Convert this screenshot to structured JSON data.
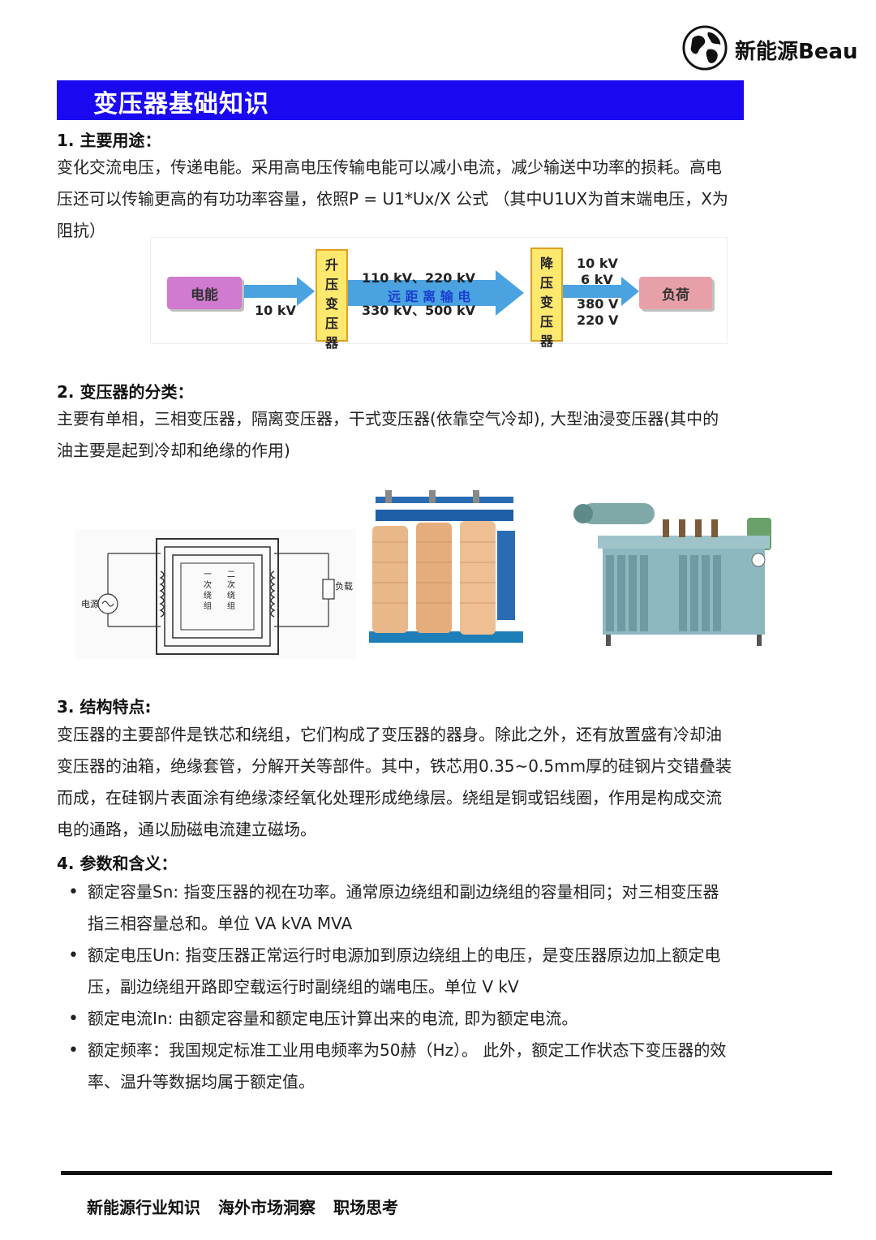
{
  "brand": {
    "name": "新能源Beau",
    "icon": "globe-icon"
  },
  "title": "变压器基础知识",
  "sections": {
    "usage": {
      "heading": "1. 主要用途：",
      "lines": [
        "变化交流电压，传递电能。采用高电压传输电能可以减小电流，减少输送中功率的损耗。高电",
        "压还可以传输更高的有功功率容量，依照P = U1*Ux/X 公式 （其中U1UX为首末端电压，X为",
        "阻抗）"
      ]
    },
    "diagram": {
      "source": "电能",
      "source_voltage": "10 kV",
      "step_up_chars": [
        "升",
        "压",
        "变",
        "压",
        "器"
      ],
      "transmission_top": "110 kV、220 kV",
      "transmission_mid": "远 距 离 输 电",
      "transmission_bottom": "330 kV、500 kV",
      "step_down_chars": [
        "降",
        "压",
        "变",
        "压",
        "器"
      ],
      "dist_1": "10 kV",
      "dist_2": "6 kV",
      "dist_3": "380 V",
      "dist_4": "220 V",
      "load": "负荷"
    },
    "classification": {
      "heading": "2. 变压器的分类：",
      "lines": [
        "主要有单相，三相变压器，隔离变压器，干式变压器(依靠空气冷却), 大型油浸变压器(其中的",
        "油主要是起到冷却和绝缘的作用)"
      ]
    },
    "schematic": {
      "power_label": "电源",
      "load_label": "负载",
      "primary_label": [
        "一",
        "次",
        "绕",
        "组"
      ],
      "secondary_label": [
        "二",
        "次",
        "绕",
        "组"
      ]
    },
    "structure": {
      "heading": "3. 结构特点:",
      "lines": [
        "变压器的主要部件是铁芯和绕组，它们构成了变压器的器身。除此之外，还有放置盛有冷却油",
        "变压器的油箱，绝缘套管，分解开关等部件。其中，铁芯用0.35~0.5mm厚的硅钢片交错叠装",
        "而成，在硅钢片表面涂有绝缘漆经氧化处理形成绝缘层。绕组是铜或铝线圈，作用是构成交流",
        "电的通路，通以励磁电流建立磁场。"
      ]
    },
    "parameters": {
      "heading": "4. 参数和含义：",
      "items": [
        {
          "lines": [
            "额定容量Sn: 指变压器的视在功率。通常原边绕组和副边绕组的容量相同；对三相变压器",
            "指三相容量总和。单位 VA kVA MVA"
          ]
        },
        {
          "lines": [
            "额定电压Un: 指变压器正常运行时电源加到原边绕组上的电压，是变压器原边加上额定电",
            "压，副边绕组开路即空载运行时副绕组的端电压。单位 V kV"
          ]
        },
        {
          "lines": [
            "额定电流In: 由额定容量和额定电压计算出来的电流, 即为额定电流。"
          ]
        },
        {
          "lines": [
            "额定频率：我国规定标准工业用电频率为50赫（Hz）。 此外，额定工作状态下变压器的效",
            "率、温升等数据均属于额定值。"
          ]
        }
      ]
    }
  },
  "footer": {
    "items": [
      "新能源行业知识",
      "海外市场洞察",
      "职场思考"
    ]
  },
  "colors": {
    "title_bar": "#1a08f0",
    "arrow": "#4aa3e0",
    "box_pink": "#d07ad0",
    "box_rose": "#e8a0a8",
    "yellow_box": "#ffe86e"
  }
}
